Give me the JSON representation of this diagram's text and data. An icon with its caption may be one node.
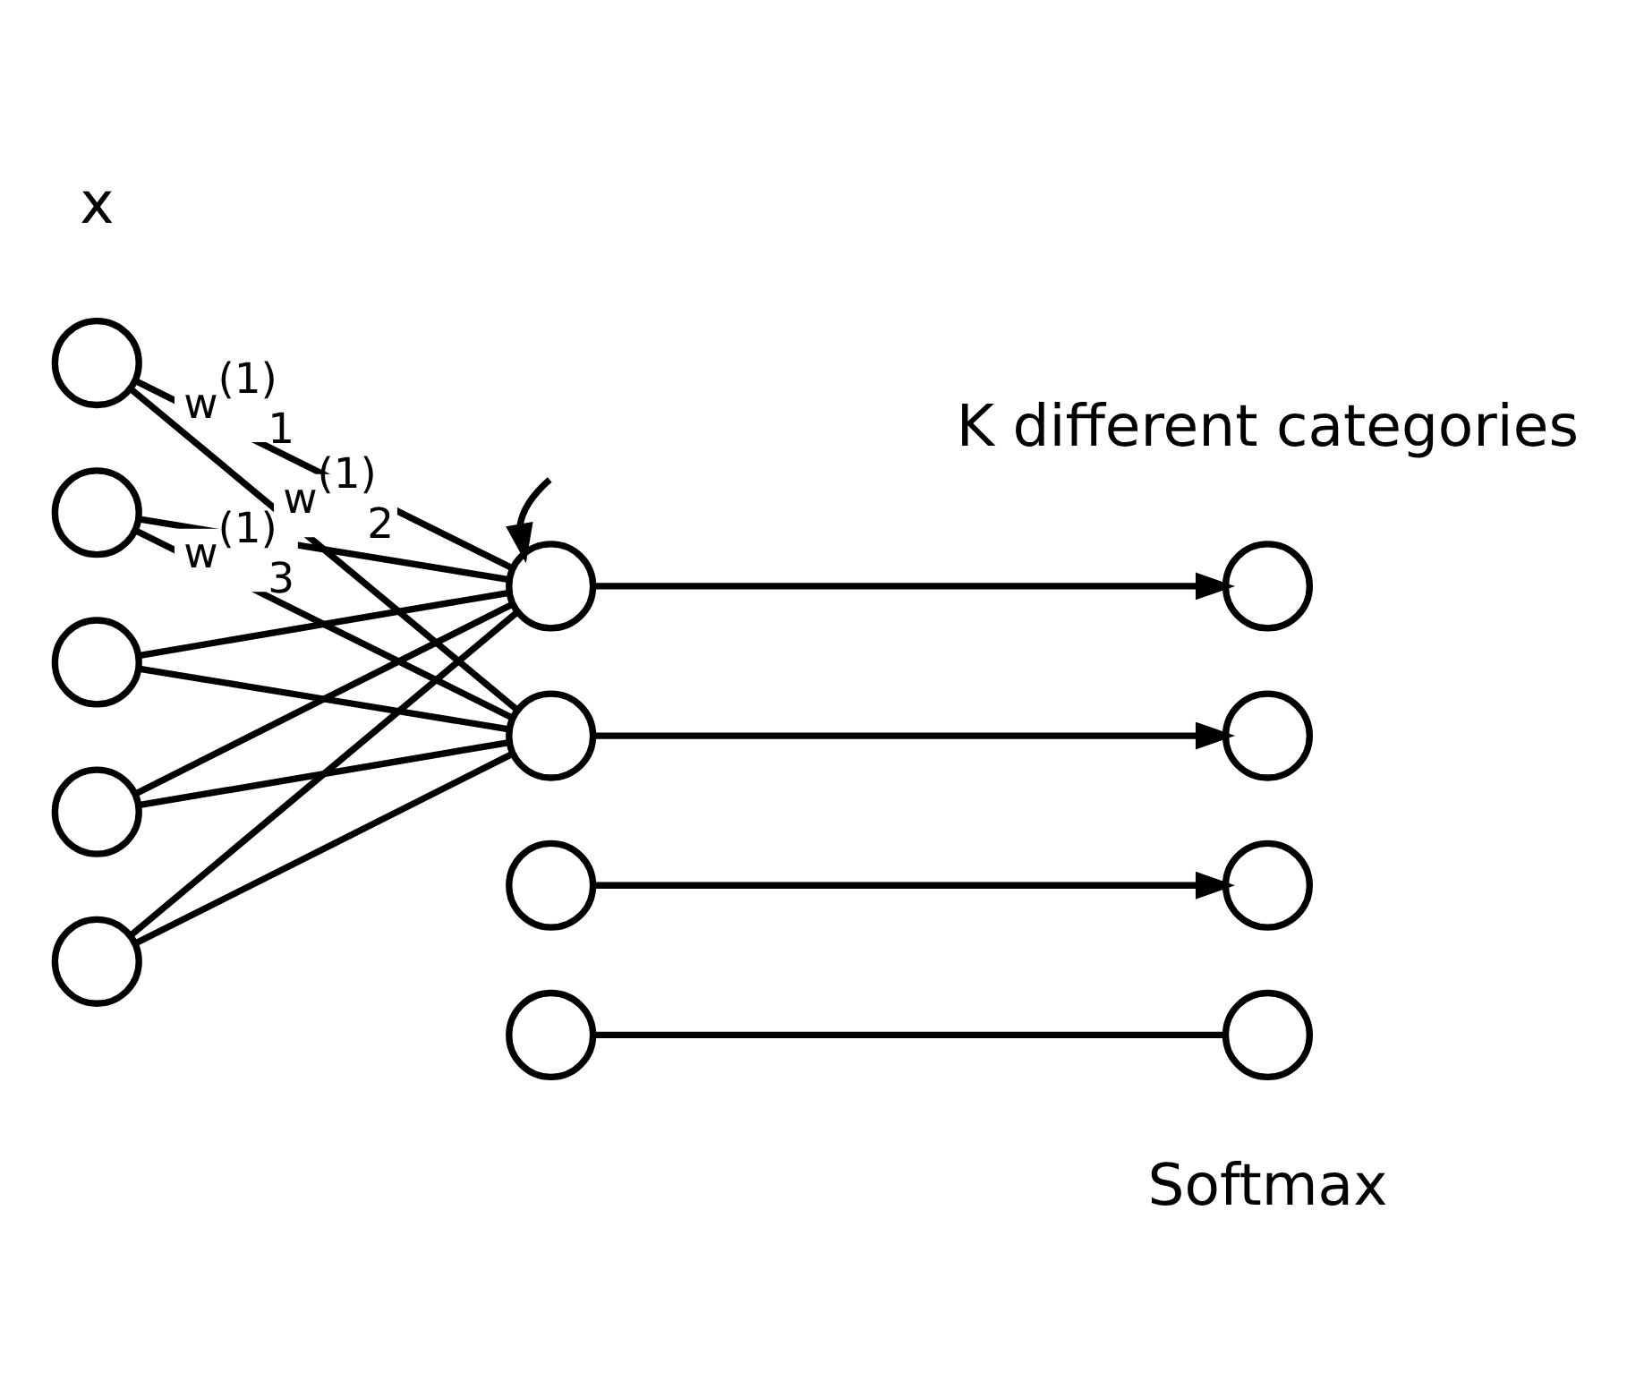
{
  "diagram": {
    "nodes": [
      {
        "text": [],
        "shape": "circle"
      },
      {
        "text": [],
        "shape": "circle"
      },
      {
        "text": [],
        "shape": "circle"
      },
      {
        "text": [],
        "shape": "circle"
      },
      {
        "text": [],
        "shape": "circle"
      },
      {
        "text": [],
        "shape": "circle"
      },
      {
        "text": [],
        "shape": "circle"
      },
      {
        "text": [],
        "shape": "circle"
      },
      {
        "text": [],
        "shape": "circle"
      },
      {
        "text": [],
        "shape": "circle"
      },
      {
        "text": [],
        "shape": "circle"
      },
      {
        "text": [],
        "shape": "circle"
      },
      {
        "text": [],
        "shape": "circle"
      }
    ],
    "edges": [
      {
        "from": null,
        "to": 5,
        "arrow": "to"
      },
      {
        "from": 0,
        "to": 5,
        "arrow": "none",
        "label": "w$^{(1)}$$_{1}$"
      },
      {
        "from": 0,
        "to": 6,
        "arrow": "none",
        "label": "w$^{(1)}$$_{2}$"
      },
      {
        "from": 1,
        "to": 5,
        "arrow": "none"
      },
      {
        "from": 1,
        "to": 6,
        "arrow": "none",
        "label": "w$^{(1)}$$_{3}$"
      },
      {
        "from": 2,
        "to": 5,
        "arrow": "none"
      },
      {
        "from": 2,
        "to": 6,
        "arrow": "none"
      },
      {
        "from": 3,
        "to": 5,
        "arrow": "none"
      },
      {
        "from": 3,
        "to": 6,
        "arrow": "none"
      },
      {
        "from": 4,
        "to": 5,
        "arrow": "none"
      },
      {
        "from": 4,
        "to": 6,
        "arrow": "none"
      },
      {
        "from": 5,
        "to": 9,
        "arrow": "to"
      },
      {
        "from": 6,
        "to": 10,
        "arrow": "to"
      },
      {
        "from": 7,
        "to": 11,
        "arrow": "to"
      },
      {
        "from": 8,
        "to": 12,
        "arrow": "none"
      }
    ],
    "labels": [
      "x",
      "K different categories",
      "Softmax"
    ]
  }
}
